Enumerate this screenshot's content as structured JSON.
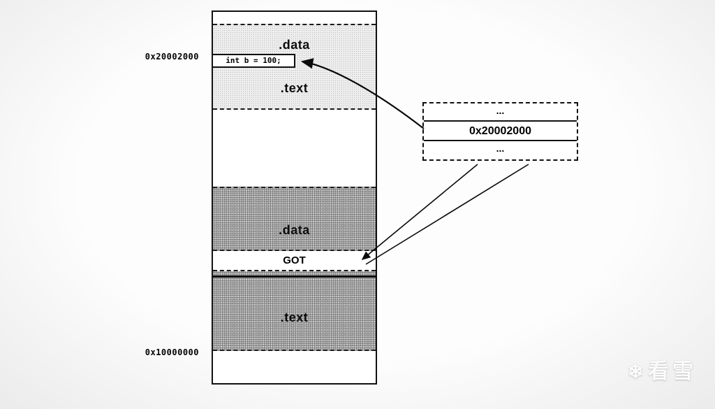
{
  "memory": {
    "address_top": "0x20002000",
    "address_bottom": "0x10000000",
    "upper_data_label": ".data",
    "upper_text_label": ".text",
    "variable_code": "int b = 100;",
    "lower_data_label": ".data",
    "got_label": "GOT",
    "lower_text_label": ".text"
  },
  "got_table": {
    "rows": [
      "...",
      "0x20002000",
      "..."
    ]
  },
  "watermark": {
    "snowflake_icon": "❄",
    "text": "看雪"
  }
}
